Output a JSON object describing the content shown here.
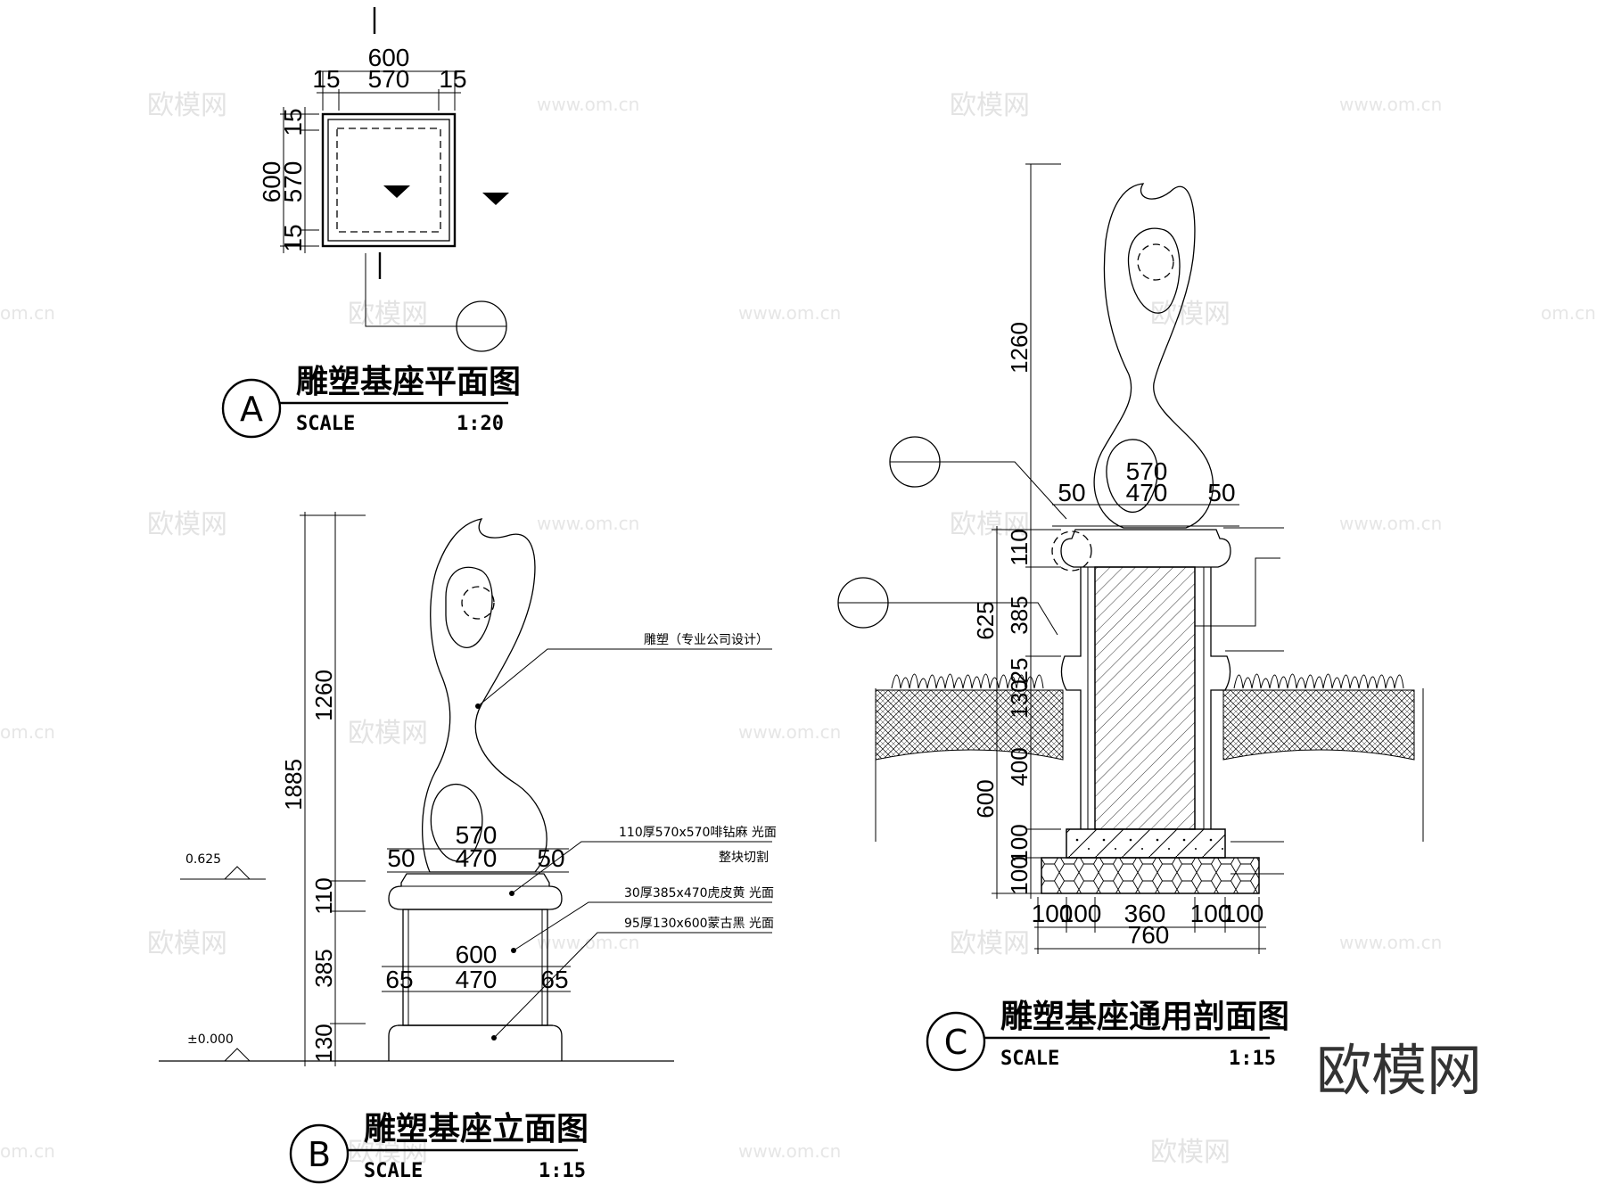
{
  "views": {
    "a": {
      "badge": "A",
      "title": "雕塑基座平面图",
      "scale_label": "SCALE",
      "scale_value": "1:20",
      "dims": {
        "top": "600",
        "inner": "570",
        "left_margin": "15",
        "right_margin": "15",
        "side_total": "600",
        "side_inner": "570",
        "side_top": "15",
        "side_bottom": "15"
      },
      "section_mark": "I"
    },
    "b": {
      "badge": "B",
      "title": "雕塑基座立面图",
      "scale_label": "SCALE",
      "scale_value": "1:15",
      "dims": {
        "total": "1885",
        "sculpture": "1260",
        "cap": "110",
        "shaft": "385",
        "base": "130",
        "top_width": "570",
        "top_inner": "470",
        "top_left": "50",
        "top_right": "50",
        "mid_width": "600",
        "mid_inner": "470",
        "mid_left": "65",
        "mid_right": "65"
      },
      "levels": {
        "upper": "0.625",
        "ground": "±0.000"
      },
      "notes": {
        "sculpture": "雕塑（专业公司设计）",
        "cap_1": "110厚570x570啡钻麻 光面",
        "cap_2": "整块切割",
        "shaft": "30厚385x470虎皮黄 光面",
        "base": "95厚130x600蒙古黑 光面"
      }
    },
    "c": {
      "badge": "C",
      "title": "雕塑基座通用剖面图",
      "scale_label": "SCALE",
      "scale_value": "1:15",
      "dims": {
        "sculpture": "1260",
        "cap": "110",
        "shaft_total": "625",
        "shaft": "385",
        "d_130": "130",
        "d_25": "25",
        "foot": "600",
        "foot_a": "400",
        "foot_b": "100",
        "foot_c": "100",
        "top_width": "570",
        "top_inner": "470",
        "top_left": "50",
        "top_right": "50",
        "b1": "100",
        "b2": "100",
        "b3": "360",
        "b4": "100",
        "b5": "100",
        "bottom": "760"
      }
    }
  },
  "watermark": {
    "logo": "欧模网",
    "url": "www.om.cn",
    "site_short": "om.cn"
  }
}
